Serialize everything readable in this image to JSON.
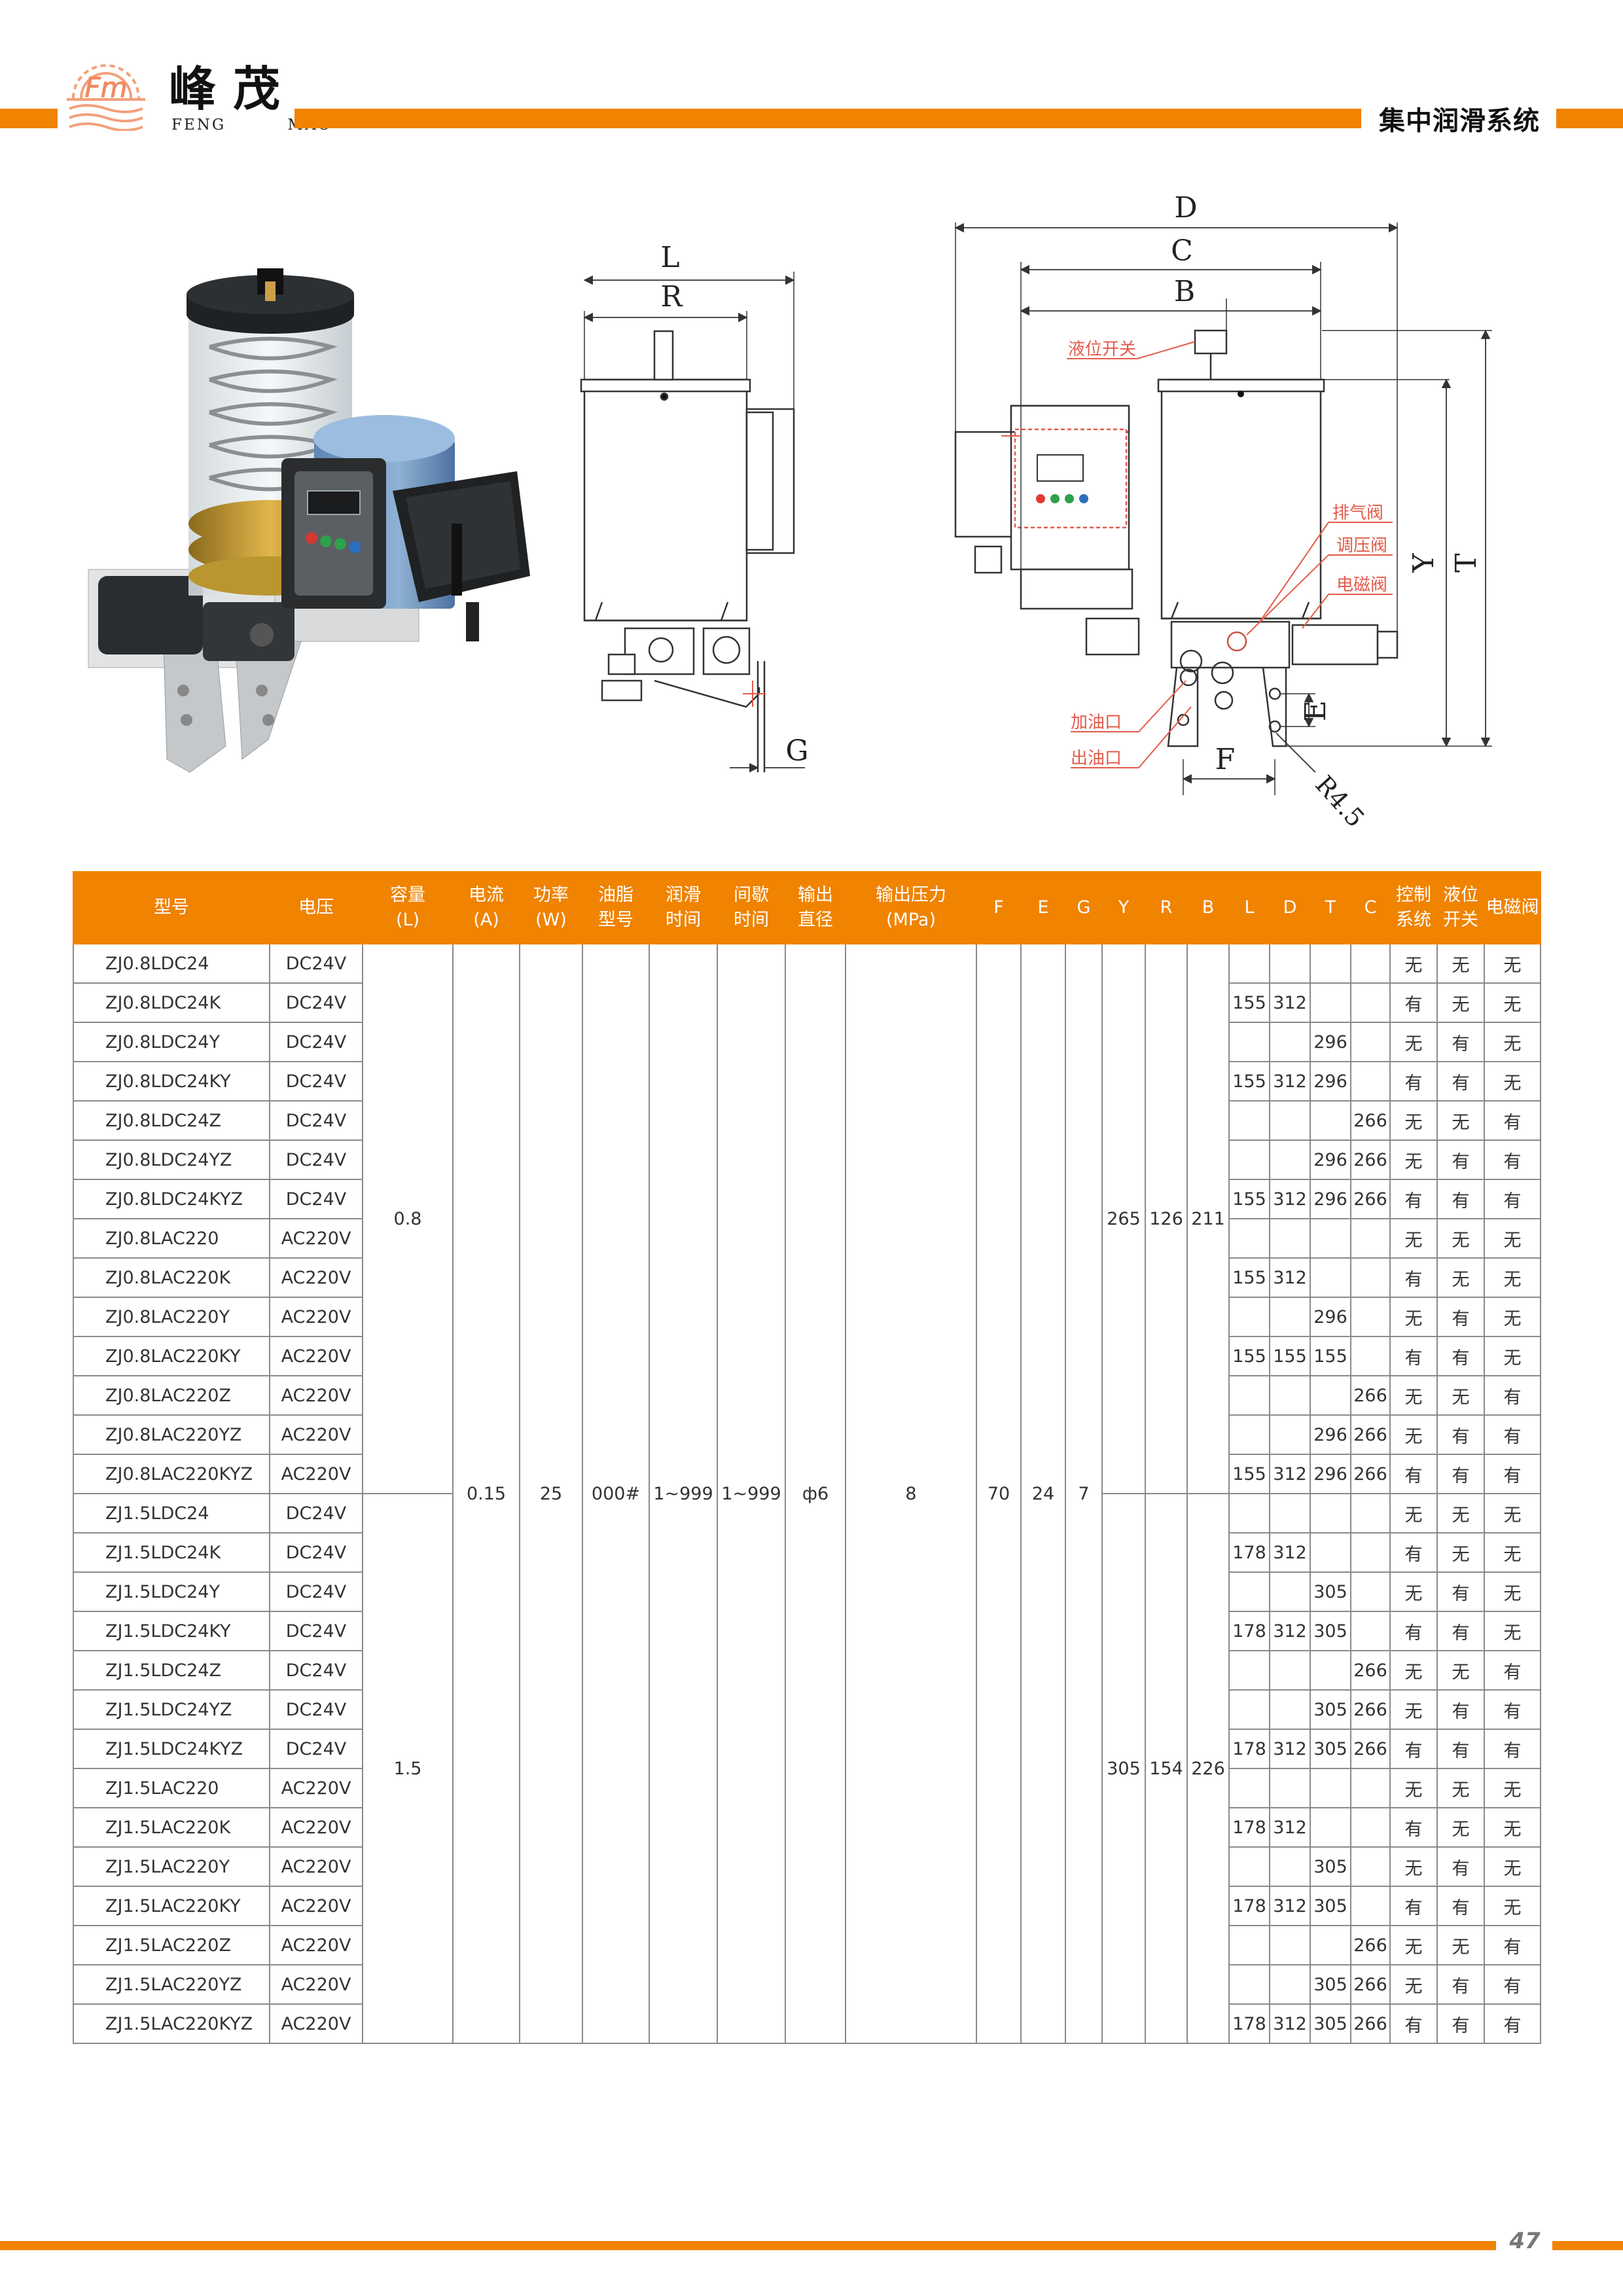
{
  "header": {
    "brand_cn": "峰茂",
    "brand_en": "FENG MAO",
    "logo_text": "Fm",
    "section_title": "集中润滑系统"
  },
  "drawing": {
    "side_view": {
      "dim_l": "L",
      "dim_r": "R",
      "dim_g": "G"
    },
    "front_view": {
      "dim_d": "D",
      "dim_c": "C",
      "dim_b": "B",
      "dim_y": "Y",
      "dim_t": "T",
      "dim_f": "F",
      "dim_e": "E",
      "radius": "R4.5",
      "callouts": {
        "level_switch": "液位开关",
        "vent_valve": "排气阀",
        "pressure_valve": "调压阀",
        "solenoid_valve": "电磁阀",
        "fill_port": "加油口",
        "outlet_port": "出油口"
      }
    }
  },
  "table": {
    "headers": {
      "model": "型号",
      "voltage": "电压",
      "capacity": "容量\n(L)",
      "current": "电流\n(A)",
      "power": "功率\n(W)",
      "grease": "油脂\n型号",
      "lube_time": "润滑\n时间",
      "interval": "间歇\n时间",
      "outlet": "输出\n直径",
      "pressure": "输出压力\n(MPa)",
      "F": "F",
      "E": "E",
      "G": "G",
      "Y": "Y",
      "R": "R",
      "B": "B",
      "L": "L",
      "D": "D",
      "T": "T",
      "C": "C",
      "control": "控制\n系统",
      "level": "液位\n开关",
      "solenoid": "电磁阀"
    },
    "common": {
      "current": "0.15",
      "power": "25",
      "grease": "000#",
      "lube_time": "1~999",
      "interval": "1~999",
      "outlet": "ф6",
      "pressure": "8",
      "F": "70",
      "E": "24",
      "G": "7"
    },
    "groups": [
      {
        "capacity": "0.8",
        "Y": "265",
        "R": "126",
        "B": "211"
      },
      {
        "capacity": "1.5",
        "Y": "305",
        "R": "154",
        "B": "226"
      }
    ],
    "rows": [
      {
        "model": "ZJ0.8LDC24",
        "voltage": "DC24V",
        "L": "",
        "D": "",
        "T": "",
        "C": "",
        "control": "无",
        "level": "无",
        "solenoid": "无"
      },
      {
        "model": "ZJ0.8LDC24K",
        "voltage": "DC24V",
        "L": "155",
        "D": "312",
        "T": "",
        "C": "",
        "control": "有",
        "level": "无",
        "solenoid": "无"
      },
      {
        "model": "ZJ0.8LDC24Y",
        "voltage": "DC24V",
        "L": "",
        "D": "",
        "T": "296",
        "C": "",
        "control": "无",
        "level": "有",
        "solenoid": "无"
      },
      {
        "model": "ZJ0.8LDC24KY",
        "voltage": "DC24V",
        "L": "155",
        "D": "312",
        "T": "296",
        "C": "",
        "control": "有",
        "level": "有",
        "solenoid": "无"
      },
      {
        "model": "ZJ0.8LDC24Z",
        "voltage": "DC24V",
        "L": "",
        "D": "",
        "T": "",
        "C": "266",
        "control": "无",
        "level": "无",
        "solenoid": "有"
      },
      {
        "model": "ZJ0.8LDC24YZ",
        "voltage": "DC24V",
        "L": "",
        "D": "",
        "T": "296",
        "C": "266",
        "control": "无",
        "level": "有",
        "solenoid": "有"
      },
      {
        "model": "ZJ0.8LDC24KYZ",
        "voltage": "DC24V",
        "L": "155",
        "D": "312",
        "T": "296",
        "C": "266",
        "control": "有",
        "level": "有",
        "solenoid": "有"
      },
      {
        "model": "ZJ0.8LAC220",
        "voltage": "AC220V",
        "L": "",
        "D": "",
        "T": "",
        "C": "",
        "control": "无",
        "level": "无",
        "solenoid": "无"
      },
      {
        "model": "ZJ0.8LAC220K",
        "voltage": "AC220V",
        "L": "155",
        "D": "312",
        "T": "",
        "C": "",
        "control": "有",
        "level": "无",
        "solenoid": "无"
      },
      {
        "model": "ZJ0.8LAC220Y",
        "voltage": "AC220V",
        "L": "",
        "D": "",
        "T": "296",
        "C": "",
        "control": "无",
        "level": "有",
        "solenoid": "无"
      },
      {
        "model": "ZJ0.8LAC220KY",
        "voltage": "AC220V",
        "L": "155",
        "D": "155",
        "T": "155",
        "C": "",
        "control": "有",
        "level": "有",
        "solenoid": "无"
      },
      {
        "model": "ZJ0.8LAC220Z",
        "voltage": "AC220V",
        "L": "",
        "D": "",
        "T": "",
        "C": "266",
        "control": "无",
        "level": "无",
        "solenoid": "有"
      },
      {
        "model": "ZJ0.8LAC220YZ",
        "voltage": "AC220V",
        "L": "",
        "D": "",
        "T": "296",
        "C": "266",
        "control": "无",
        "level": "有",
        "solenoid": "有"
      },
      {
        "model": "ZJ0.8LAC220KYZ",
        "voltage": "AC220V",
        "L": "155",
        "D": "312",
        "T": "296",
        "C": "266",
        "control": "有",
        "level": "有",
        "solenoid": "有"
      },
      {
        "model": "ZJ1.5LDC24",
        "voltage": "DC24V",
        "L": "",
        "D": "",
        "T": "",
        "C": "",
        "control": "无",
        "level": "无",
        "solenoid": "无"
      },
      {
        "model": "ZJ1.5LDC24K",
        "voltage": "DC24V",
        "L": "178",
        "D": "312",
        "T": "",
        "C": "",
        "control": "有",
        "level": "无",
        "solenoid": "无"
      },
      {
        "model": "ZJ1.5LDC24Y",
        "voltage": "DC24V",
        "L": "",
        "D": "",
        "T": "305",
        "C": "",
        "control": "无",
        "level": "有",
        "solenoid": "无"
      },
      {
        "model": "ZJ1.5LDC24KY",
        "voltage": "DC24V",
        "L": "178",
        "D": "312",
        "T": "305",
        "C": "",
        "control": "有",
        "level": "有",
        "solenoid": "无"
      },
      {
        "model": "ZJ1.5LDC24Z",
        "voltage": "DC24V",
        "L": "",
        "D": "",
        "T": "",
        "C": "266",
        "control": "无",
        "level": "无",
        "solenoid": "有"
      },
      {
        "model": "ZJ1.5LDC24YZ",
        "voltage": "DC24V",
        "L": "",
        "D": "",
        "T": "305",
        "C": "266",
        "control": "无",
        "level": "有",
        "solenoid": "有"
      },
      {
        "model": "ZJ1.5LDC24KYZ",
        "voltage": "DC24V",
        "L": "178",
        "D": "312",
        "T": "305",
        "C": "266",
        "control": "有",
        "level": "有",
        "solenoid": "有"
      },
      {
        "model": "ZJ1.5LAC220",
        "voltage": "AC220V",
        "L": "",
        "D": "",
        "T": "",
        "C": "",
        "control": "无",
        "level": "无",
        "solenoid": "无"
      },
      {
        "model": "ZJ1.5LAC220K",
        "voltage": "AC220V",
        "L": "178",
        "D": "312",
        "T": "",
        "C": "",
        "control": "有",
        "level": "无",
        "solenoid": "无"
      },
      {
        "model": "ZJ1.5LAC220Y",
        "voltage": "AC220V",
        "L": "",
        "D": "",
        "T": "305",
        "C": "",
        "control": "无",
        "level": "有",
        "solenoid": "无"
      },
      {
        "model": "ZJ1.5LAC220KY",
        "voltage": "AC220V",
        "L": "178",
        "D": "312",
        "T": "305",
        "C": "",
        "control": "有",
        "level": "有",
        "solenoid": "无"
      },
      {
        "model": "ZJ1.5LAC220Z",
        "voltage": "AC220V",
        "L": "",
        "D": "",
        "T": "",
        "C": "266",
        "control": "无",
        "level": "无",
        "solenoid": "有"
      },
      {
        "model": "ZJ1.5LAC220YZ",
        "voltage": "AC220V",
        "L": "",
        "D": "",
        "T": "305",
        "C": "266",
        "control": "无",
        "level": "有",
        "solenoid": "有"
      },
      {
        "model": "ZJ1.5LAC220KYZ",
        "voltage": "AC220V",
        "L": "178",
        "D": "312",
        "T": "305",
        "C": "266",
        "control": "有",
        "level": "有",
        "solenoid": "有"
      }
    ]
  },
  "footer": {
    "page_number": "47"
  },
  "colors": {
    "accent": "#f08300",
    "callout": "#e25b4a",
    "border": "#8a8a8a"
  }
}
